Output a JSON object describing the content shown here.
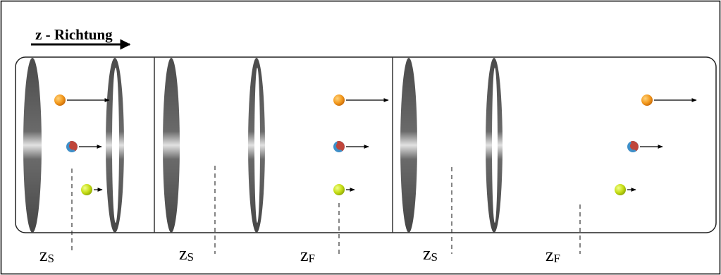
{
  "direction_label": "z - Richtung",
  "z_labels": [
    {
      "main": "z",
      "sub": "S"
    },
    {
      "main": "z",
      "sub": "S"
    },
    {
      "main": "z",
      "sub": "F"
    },
    {
      "main": "z",
      "sub": "S"
    },
    {
      "main": "z",
      "sub": "F"
    }
  ],
  "colors": {
    "frame": "#000000",
    "ring": "#5a5a5a",
    "ring_highlight": "#d9d9d9",
    "particle_orange": "#f39a1e",
    "particle_mixed_red": "#c0453a",
    "particle_mixed_blue": "#3f8fc8",
    "particle_green": "#c5dd14",
    "arrow": "#000000"
  },
  "particles": [
    {
      "kind": "orange",
      "name": "orange-particle"
    },
    {
      "kind": "mixed",
      "name": "mixed-particle"
    },
    {
      "kind": "green",
      "name": "green-particle"
    }
  ]
}
